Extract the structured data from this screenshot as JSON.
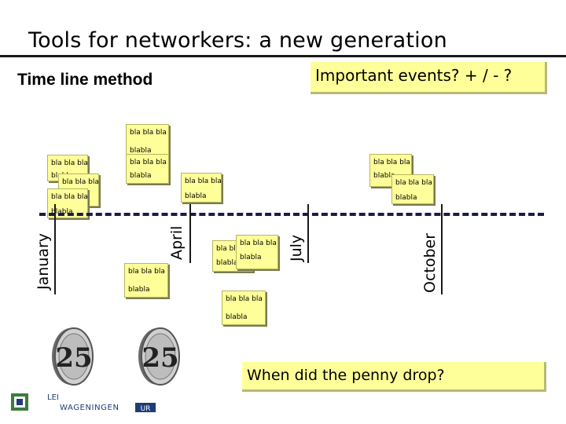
{
  "slide": {
    "title": "Tools for networkers: a new generation",
    "subtitle": "Time line method",
    "callout_top": "Important events? + / - ?",
    "callout_bottom": "When did the penny drop?"
  },
  "timeline": {
    "months": [
      "January",
      "April",
      "July",
      "October"
    ]
  },
  "notes": [
    {
      "l1": "bla bla bla",
      "l2": "blabla"
    },
    {
      "l1": "bla bla bla",
      "l2": "blabla"
    },
    {
      "l1": "bla bla bla",
      "l2": "blabla"
    },
    {
      "l1": "bla bla bla",
      "l2": "blabla"
    },
    {
      "l1": "bla bla bla",
      "l2": "blabla"
    },
    {
      "l1": "bla bla bla",
      "l2": "blabla"
    },
    {
      "l1": "bla bla bla",
      "l2": "blabla"
    },
    {
      "l1": "bla bla bla",
      "l2": "blabla"
    },
    {
      "l1": "bla bla bla",
      "l2": "blabla"
    },
    {
      "l1": "bla bla bla",
      "l2": "blabla"
    },
    {
      "l1": "bla bla bla",
      "l2": "blabla"
    },
    {
      "l1": "bla bla bla",
      "l2": "blabla"
    }
  ],
  "coins": {
    "value": "25"
  },
  "logo": {
    "top": "LEI",
    "bottom": "WAGENINGEN",
    "suffix": "UR"
  },
  "colors": {
    "note_fill": "#ffff99",
    "timeline": "#1a1a4a",
    "logo_green": "#3a7d3a",
    "logo_blue": "#1f3c78"
  }
}
